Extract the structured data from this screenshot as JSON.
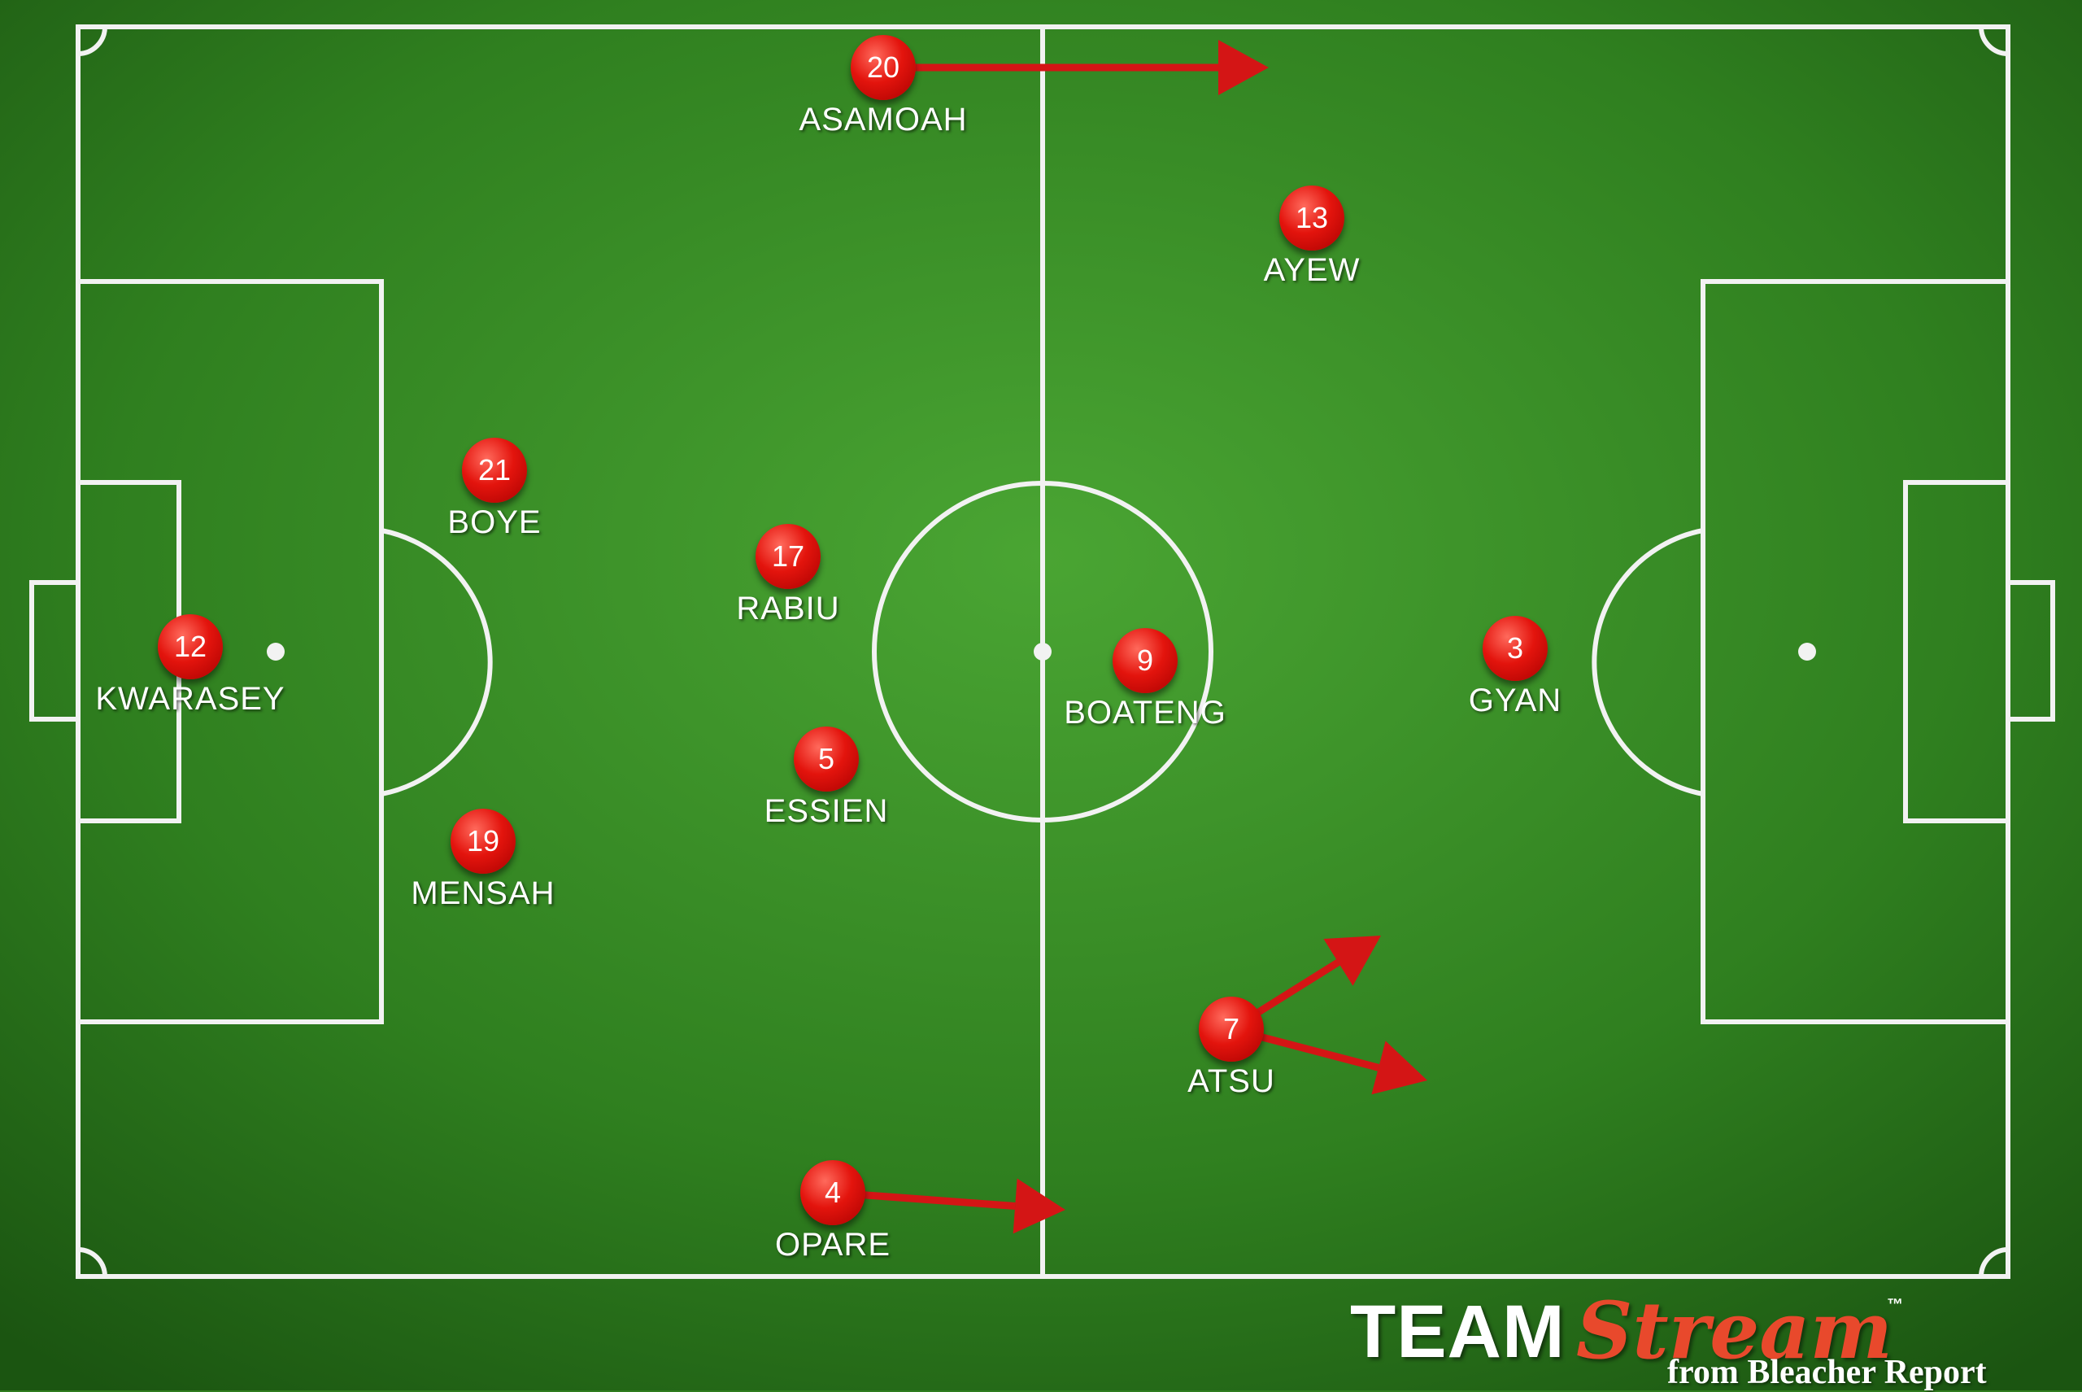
{
  "formation_title": "",
  "colors": {
    "grass_light": "#3f9a2a",
    "grass_dark": "#1f5e14",
    "line": "#f2f2f2",
    "player": "#e3140d",
    "arrow": "#d41515"
  },
  "players": [
    {
      "number": "12",
      "name": "KWARASEY"
    },
    {
      "number": "21",
      "name": "BOYE"
    },
    {
      "number": "19",
      "name": "MENSAH"
    },
    {
      "number": "20",
      "name": "ASAMOAH"
    },
    {
      "number": "4",
      "name": "OPARE"
    },
    {
      "number": "17",
      "name": "RABIU"
    },
    {
      "number": "5",
      "name": "ESSIEN"
    },
    {
      "number": "9",
      "name": "BOATENG"
    },
    {
      "number": "13",
      "name": "AYEW"
    },
    {
      "number": "7",
      "name": "ATSU"
    },
    {
      "number": "3",
      "name": "GYAN"
    }
  ],
  "arrows": [
    {
      "from_player": "ASAMOAH",
      "direction": "right"
    },
    {
      "from_player": "OPARE",
      "direction": "right"
    },
    {
      "from_player": "ATSU",
      "direction": "up-right"
    },
    {
      "from_player": "ATSU",
      "direction": "right"
    }
  ],
  "branding": {
    "team": "TEAM",
    "stream": "Stream",
    "tm": "™",
    "from": "from Bleacher Report"
  }
}
